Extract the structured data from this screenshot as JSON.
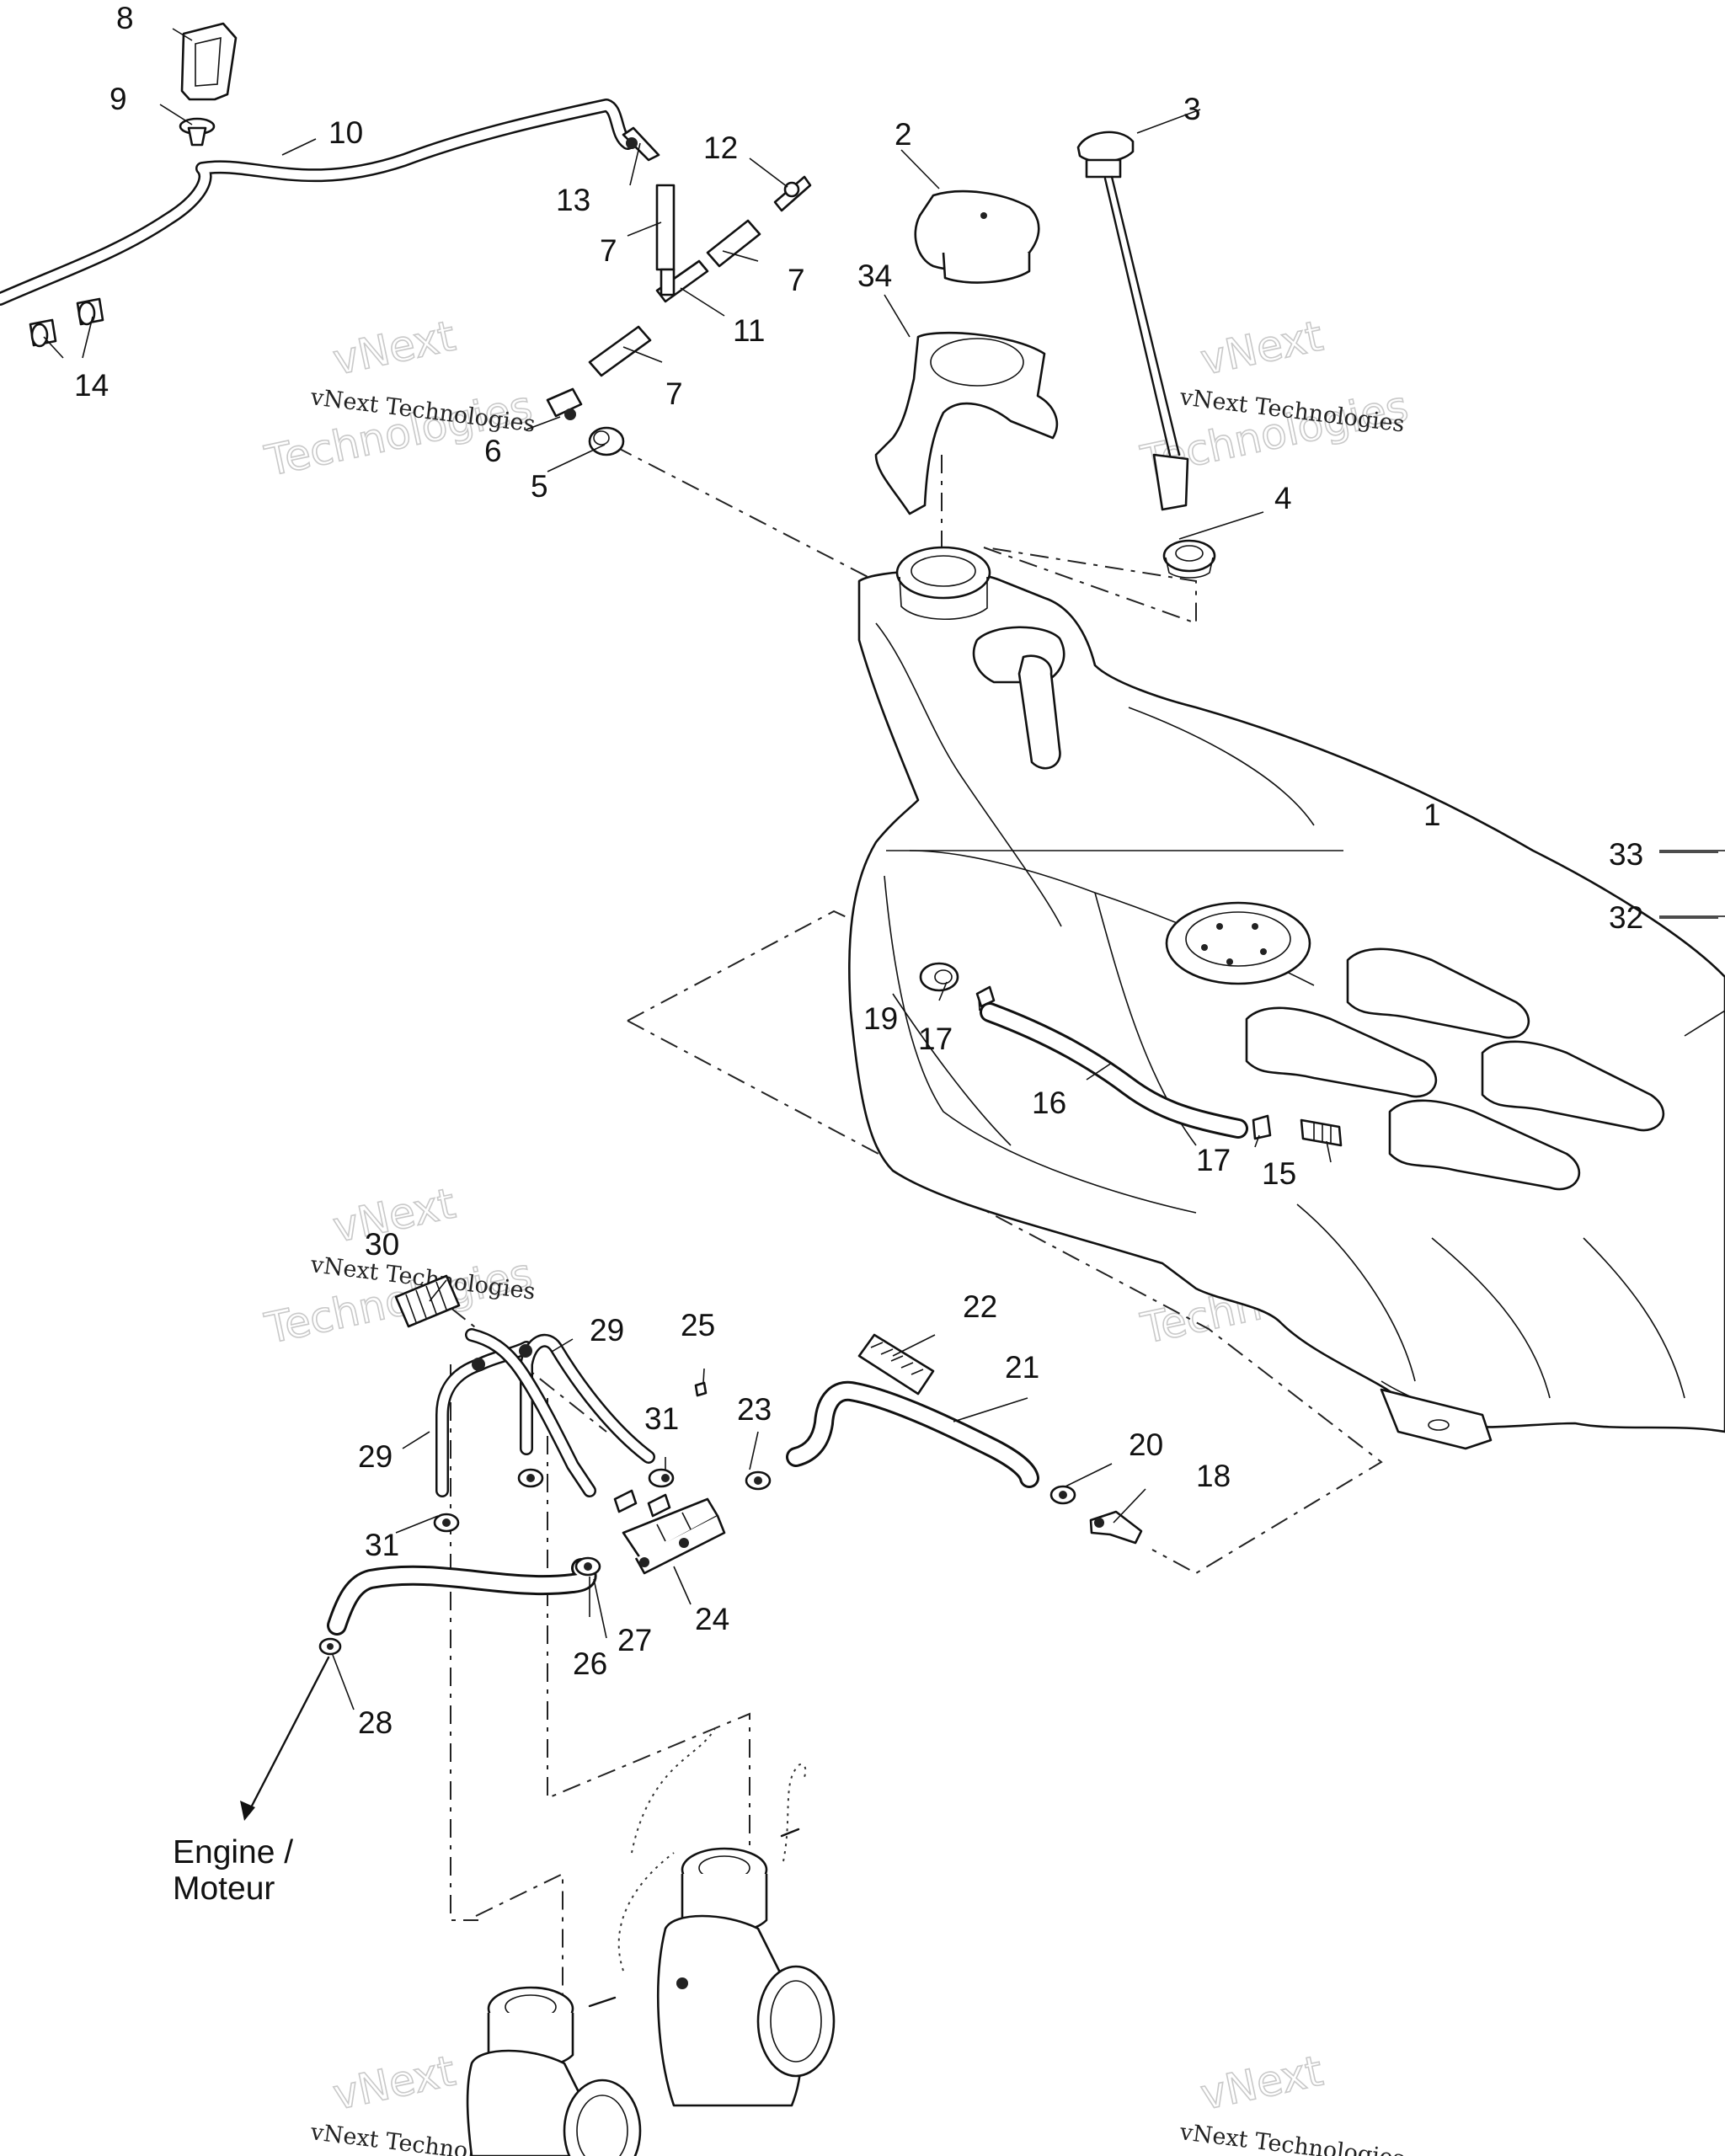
{
  "callouts": [
    {
      "id": "c1",
      "text": "1"
    },
    {
      "id": "c2",
      "text": "2"
    },
    {
      "id": "c3",
      "text": "3"
    },
    {
      "id": "c4",
      "text": "4"
    },
    {
      "id": "c5",
      "text": "5"
    },
    {
      "id": "c6",
      "text": "6"
    },
    {
      "id": "c7a",
      "text": "7"
    },
    {
      "id": "c7b",
      "text": "7"
    },
    {
      "id": "c7c",
      "text": "7"
    },
    {
      "id": "c8",
      "text": "8"
    },
    {
      "id": "c9",
      "text": "9"
    },
    {
      "id": "c10",
      "text": "10"
    },
    {
      "id": "c11",
      "text": "11"
    },
    {
      "id": "c12",
      "text": "12"
    },
    {
      "id": "c13",
      "text": "13"
    },
    {
      "id": "c14",
      "text": "14"
    },
    {
      "id": "c15",
      "text": "15"
    },
    {
      "id": "c16",
      "text": "16"
    },
    {
      "id": "c17a",
      "text": "17"
    },
    {
      "id": "c17b",
      "text": "17"
    },
    {
      "id": "c18",
      "text": "18"
    },
    {
      "id": "c19",
      "text": "19"
    },
    {
      "id": "c20",
      "text": "20"
    },
    {
      "id": "c21",
      "text": "21"
    },
    {
      "id": "c22",
      "text": "22"
    },
    {
      "id": "c23",
      "text": "23"
    },
    {
      "id": "c24",
      "text": "24"
    },
    {
      "id": "c25",
      "text": "25"
    },
    {
      "id": "c26",
      "text": "26"
    },
    {
      "id": "c27",
      "text": "27"
    },
    {
      "id": "c28",
      "text": "28"
    },
    {
      "id": "c29a",
      "text": "29"
    },
    {
      "id": "c29b",
      "text": "29"
    },
    {
      "id": "c30",
      "text": "30"
    },
    {
      "id": "c31a",
      "text": "31"
    },
    {
      "id": "c31b",
      "text": "31"
    },
    {
      "id": "c32",
      "text": "32"
    },
    {
      "id": "c33",
      "text": "33"
    },
    {
      "id": "c34",
      "text": "34"
    }
  ],
  "engine_label": {
    "line1": "Engine /",
    "line2": "Moteur"
  },
  "watermark": {
    "small": "vNext Technologies",
    "big_line1": "vNext",
    "big_line2": "Technologies"
  }
}
